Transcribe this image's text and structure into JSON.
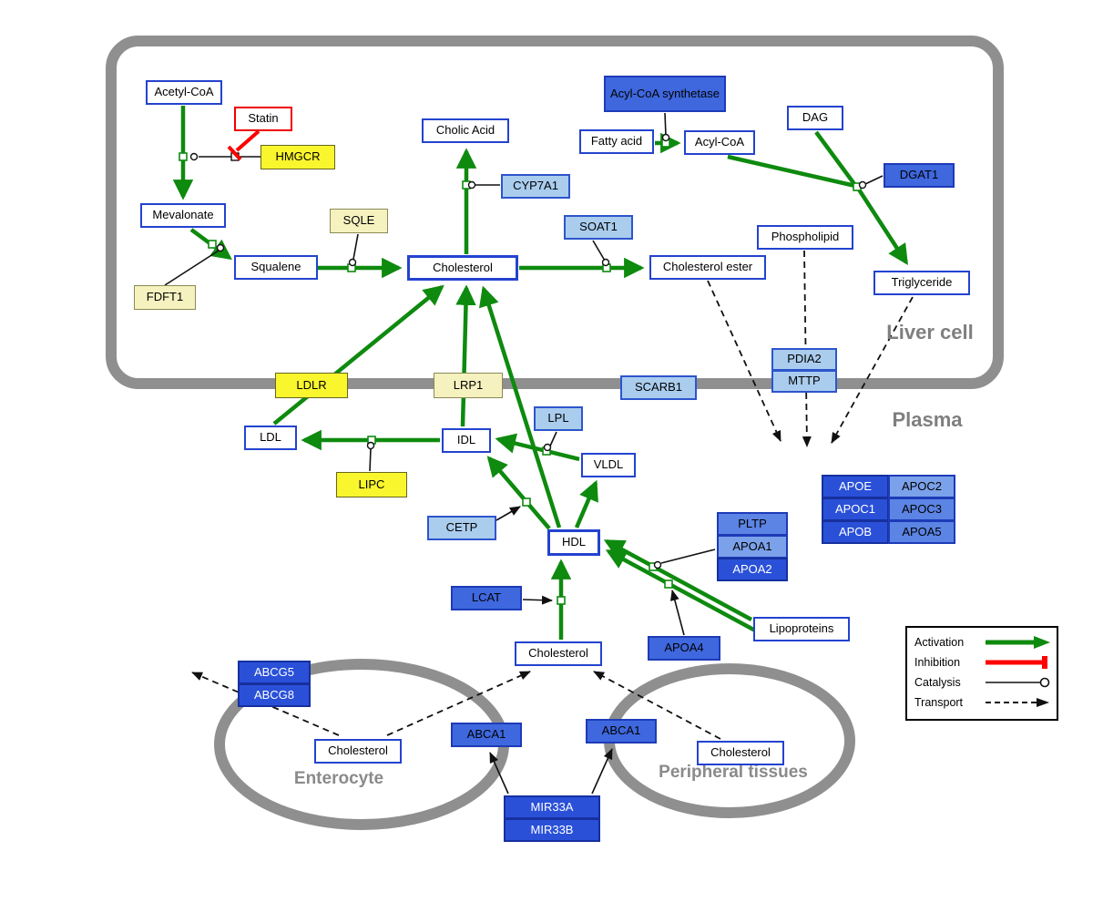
{
  "colors": {
    "activation_green": "#0E8A0E",
    "inhibition_red": "#FF0000",
    "membrane_gray": "#8F8F8F",
    "metabolite_border_blue": "#2343CF",
    "light_blue": "#AACDEE",
    "medium_blue": "#3F68DE",
    "dark_blue": "#2A50D8",
    "bright_yellow": "#F9F62E",
    "pale_yellow": "#F6F2C0"
  },
  "regions": {
    "liver": "Liver cell",
    "plasma": "Plasma",
    "enterocyte": "Enterocyte",
    "peripheral": "Peripheral tissues"
  },
  "legend": {
    "activation": "Activation",
    "inhibition": "Inhibition",
    "catalysis": "Catalysis",
    "transport": "Transport"
  },
  "nodes": {
    "acetyl_coa": "Acetyl-CoA",
    "statin": "Statin",
    "hmgcr": "HMGCR",
    "mevalonate": "Mevalonate",
    "sqle": "SQLE",
    "fdft1": "FDFT1",
    "squalene": "Squalene",
    "cholesterol_liver": "Cholesterol",
    "cholic_acid": "Cholic Acid",
    "cyp7a1": "CYP7A1",
    "soat1": "SOAT1",
    "cholesterol_ester": "Cholesterol ester",
    "acyl_coa_synthetase": "Acyl-CoA synthetase",
    "fatty_acid": "Fatty acid",
    "acyl_coa": "Acyl-CoA",
    "dag": "DAG",
    "dgat1": "DGAT1",
    "phospholipid": "Phospholipid",
    "triglyceride": "Triglyceride",
    "pdia2": "PDIA2",
    "mttp": "MTTP",
    "ldlr": "LDLR",
    "lrp1": "LRP1",
    "scarb1": "SCARB1",
    "ldl": "LDL",
    "idl": "IDL",
    "lpl": "LPL",
    "vldl": "VLDL",
    "lipc": "LIPC",
    "cetp": "CETP",
    "hdl": "HDL",
    "pltp": "PLTP",
    "apoa1": "APOA1",
    "apoa2": "APOA2",
    "apoe": "APOE",
    "apoc2": "APOC2",
    "apoc1": "APOC1",
    "apoc3": "APOC3",
    "apob": "APOB",
    "apoa5": "APOA5",
    "lcat": "LCAT",
    "apoa4": "APOA4",
    "lipoproteins": "Lipoproteins",
    "cholesterol_plasma": "Cholesterol",
    "abcg5": "ABCG5",
    "abcg8": "ABCG8",
    "cholesterol_enterocyte": "Cholesterol",
    "abca1_enterocyte": "ABCA1",
    "abca1_peripheral": "ABCA1",
    "cholesterol_peripheral": "Cholesterol",
    "mir33a": "MIR33A",
    "mir33b": "MIR33B"
  }
}
